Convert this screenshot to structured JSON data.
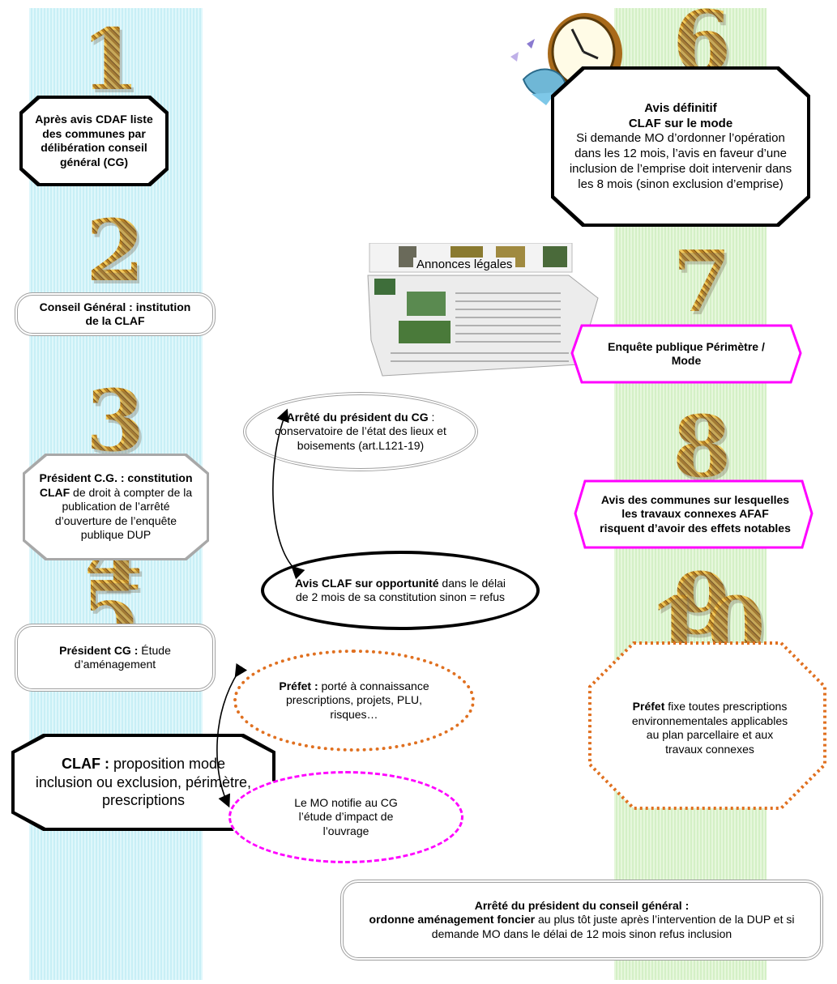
{
  "steps": [
    {
      "num": "1",
      "bold": "Après avis CDAF liste des communes par délibération conseil général (CG)",
      "text": ""
    },
    {
      "num": "2",
      "bold": "Conseil Général : institution de la CLAF",
      "text": ""
    },
    {
      "num": "3",
      "bold": "Président C.G. : constitution CLAF",
      "text": " de droit à compter de la publication de l’arrêté d’ouverture de l’enquête publique DUP"
    },
    {
      "num": "4",
      "bold": "Président CG :",
      "text": " Étude d’aménagement"
    },
    {
      "num": "5",
      "bold": "CLAF :",
      "text": " proposition mode inclusion ou exclusion, périmètre, prescriptions"
    },
    {
      "num": "6",
      "bold": "Avis définitif CLAF sur le mode",
      "text": "Si demande MO d’ordonner l’opération dans les 12 mois, l’avis en faveur d’une inclusion de l’emprise doit intervenir dans les 8 mois (sinon exclusion d’emprise)"
    },
    {
      "num": "7",
      "bold": "Enquête publique Périmètre / Mode",
      "text": ""
    },
    {
      "num": "8",
      "bold": "Avis des communes sur lesquelles les travaux connexes AFAF risquent d’avoir des effets notables",
      "text": ""
    },
    {
      "num": "9",
      "bold": "Préfet",
      "text": " fixe toutes prescriptions environnementales applicables au plan parcellaire et aux travaux connexes"
    },
    {
      "num": "10",
      "bold": "Arrêté du président  du  conseil général :",
      "bold2": "ordonne aménagement foncier",
      "text": " au plus tôt juste après l’intervention de la DUP et si demande MO dans le délai de 12 mois sinon refus inclusion"
    }
  ],
  "middle": {
    "annonces_label": "Annonces légales",
    "arrete": {
      "bold": "Arrêté du président du CG",
      "text": " : conservatoire de l’état des lieux et boisements (art.L121-19)"
    },
    "avis_claf": {
      "bold": "Avis CLAF sur opportunité",
      "text": " dans le délai de 2 mois de sa constitution sinon = refus"
    },
    "prefet": {
      "bold": "Préfet :",
      "text": " porté à connaissance prescriptions, projets, PLU, risques…"
    },
    "mo": {
      "text": "Le MO notifie au CG l’étude d’impact de l’ouvrage"
    }
  },
  "colors": {
    "left_column": "#cdf1f7",
    "right_column": "#d8f2cc",
    "magenta": "#ff00ff",
    "orange": "#e07020",
    "number_gold": "#d9ab3e"
  },
  "icons": [
    "clock-icon",
    "newspaper-icon"
  ]
}
